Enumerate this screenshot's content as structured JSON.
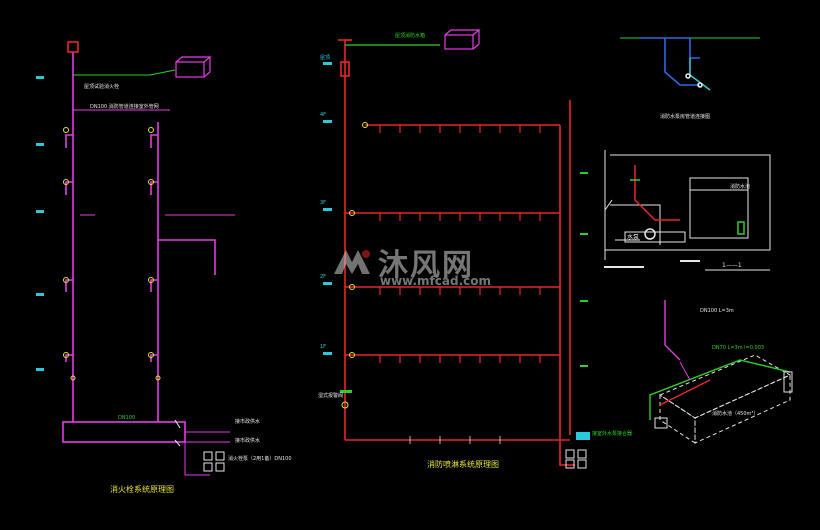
{
  "colors": {
    "background": "#000000",
    "magenta": "#e63ce6",
    "red": "#e8262a",
    "green": "#2ad12a",
    "cyan": "#2cc9d8",
    "white": "#e6e6e6",
    "yellow": "#e6e62a",
    "blue": "#2a6ae6"
  },
  "left_diagram": {
    "title": "消火栓系统原理图",
    "note_top": "屋顶试验消火栓",
    "note_main": "DN100 消防管道连接室外管网",
    "outlet_1": "接市政供水",
    "outlet_2": "接市政供水",
    "pump_note": "消火栓泵（2用1备）DN100",
    "pipe_label": "DN100"
  },
  "middle_diagram": {
    "title": "消防喷淋系统原理图",
    "roof_tank_note": "屋顶消防水箱",
    "valve_label": "湿式报警阀",
    "outlet_label": "接室外水泵接合器",
    "floor_tags": [
      "屋顶",
      "4F",
      "3F",
      "2F",
      "1F"
    ]
  },
  "right_diagrams": {
    "top_caption": "消防水泵房管道连接图",
    "tank_label": "消防水池",
    "pump_room_label": "水泵",
    "scale_label": "1——1",
    "iso_note_top": "DN100 L=3m",
    "iso_note_pipe": "DN70 L=3m i=0.003",
    "iso_tank_label": "消防水池（450m³）"
  },
  "watermark": {
    "cn": "沐风网",
    "en": "www.mfcad.com"
  }
}
